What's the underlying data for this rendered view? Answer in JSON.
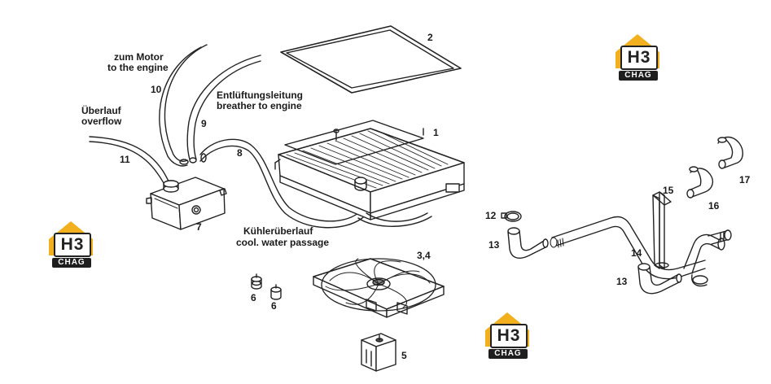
{
  "labels": {
    "zum_motor": "zum Motor",
    "to_the_engine": "to the engine",
    "ueberlauf": "Überlauf",
    "overflow": "overflow",
    "entlueftung": "Entlüftungsleitung",
    "breather": "breather to engine",
    "kuehlerueberlauf": "Kühlerüberlauf",
    "cool_water": "cool. water passage"
  },
  "part_numbers": {
    "p1": "1",
    "p2": "2",
    "p34": "3,4",
    "p5": "5",
    "p6a": "6",
    "p6b": "6",
    "p7": "7",
    "p8": "8",
    "p9": "9",
    "p10": "10",
    "p11": "11",
    "p12": "12",
    "p13a": "13",
    "p13b": "13",
    "p14": "14",
    "p15": "15",
    "p16": "16",
    "p17": "17"
  },
  "watermark": {
    "logo_letters": "H3",
    "logo_band": "CHAG",
    "accent_color": "#f2b01e",
    "dark_color": "#1e1e1e"
  }
}
